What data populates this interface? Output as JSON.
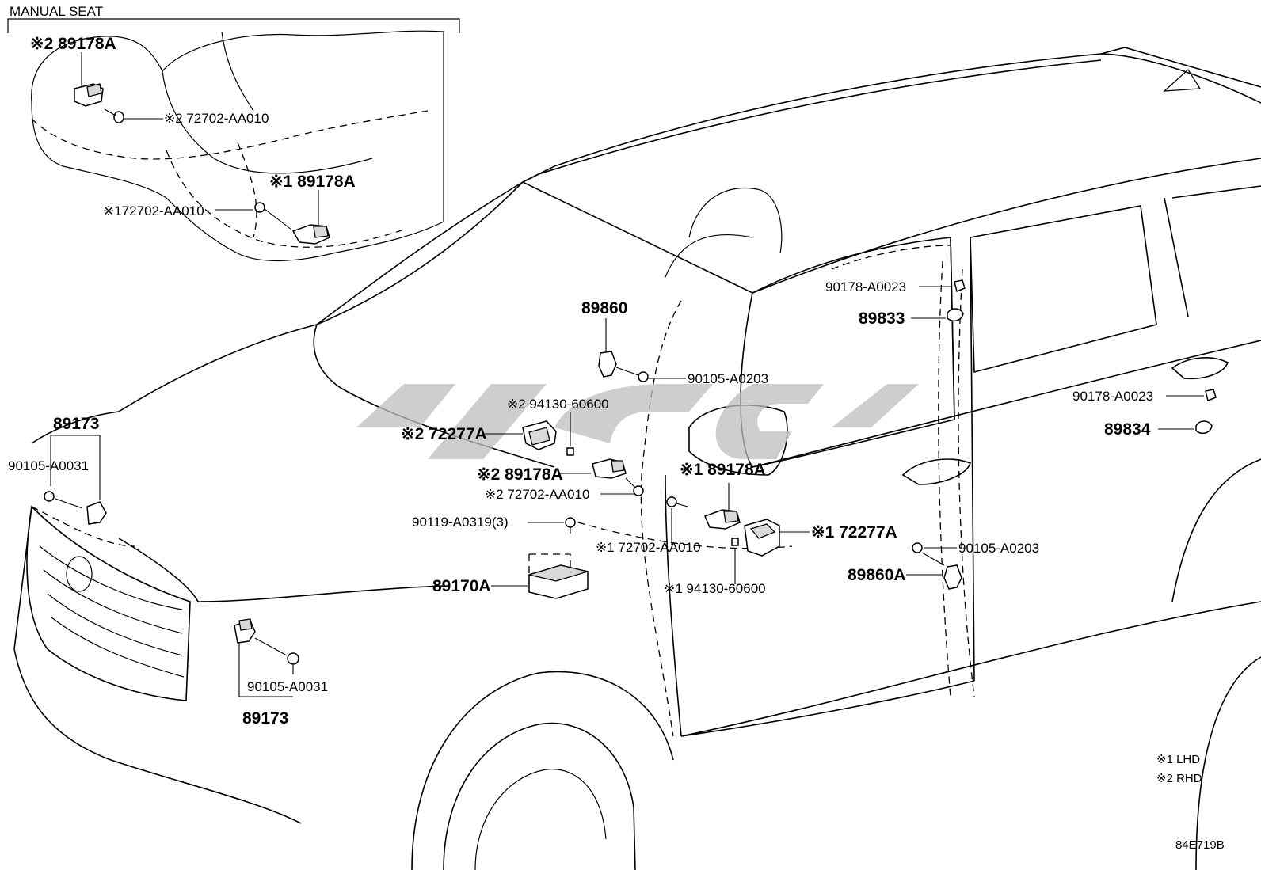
{
  "header": {
    "section_title": "MANUAL SEAT"
  },
  "labels": {
    "seat_rhd_sensor": "※2 89178A",
    "seat_rhd_bolt": "※2 72702-AA010",
    "seat_lhd_sensor": "※1 89178A",
    "seat_lhd_bolt": "※172702-AA010",
    "front_sensor_left": "89173",
    "front_bolt_left": "90105-A0031",
    "front_bolt_right": "90105-A0031",
    "front_sensor_right": "89173",
    "side_sensor_a": "89860",
    "side_bolt_a": "90105-A0203",
    "rhd_nut": "※2 94130-60600",
    "rhd_bracket": "※2 72277A",
    "rhd_sensor": "※2 89178A",
    "rhd_bolt": "※2 72702-AA010",
    "ecu_bolt": "90119-A0319(3)",
    "ecu": "89170A",
    "lhd_sensor": "※1 89178A",
    "lhd_bolt": "※1 72702-AA010",
    "lhd_bracket": "※1 72277A",
    "lhd_nut": "※1 94130-60600",
    "pillar_nut": "90178-A0023",
    "pillar_sensor": "89833",
    "rear_nut": "90178-A0023",
    "rear_sensor": "89834",
    "side_bolt_b": "90105-A0203",
    "side_sensor_b": "89860A"
  },
  "legend": {
    "note1": "※1  LHD",
    "note2": "※2  RHD"
  },
  "footer": {
    "diagram_code": "84E719B"
  }
}
